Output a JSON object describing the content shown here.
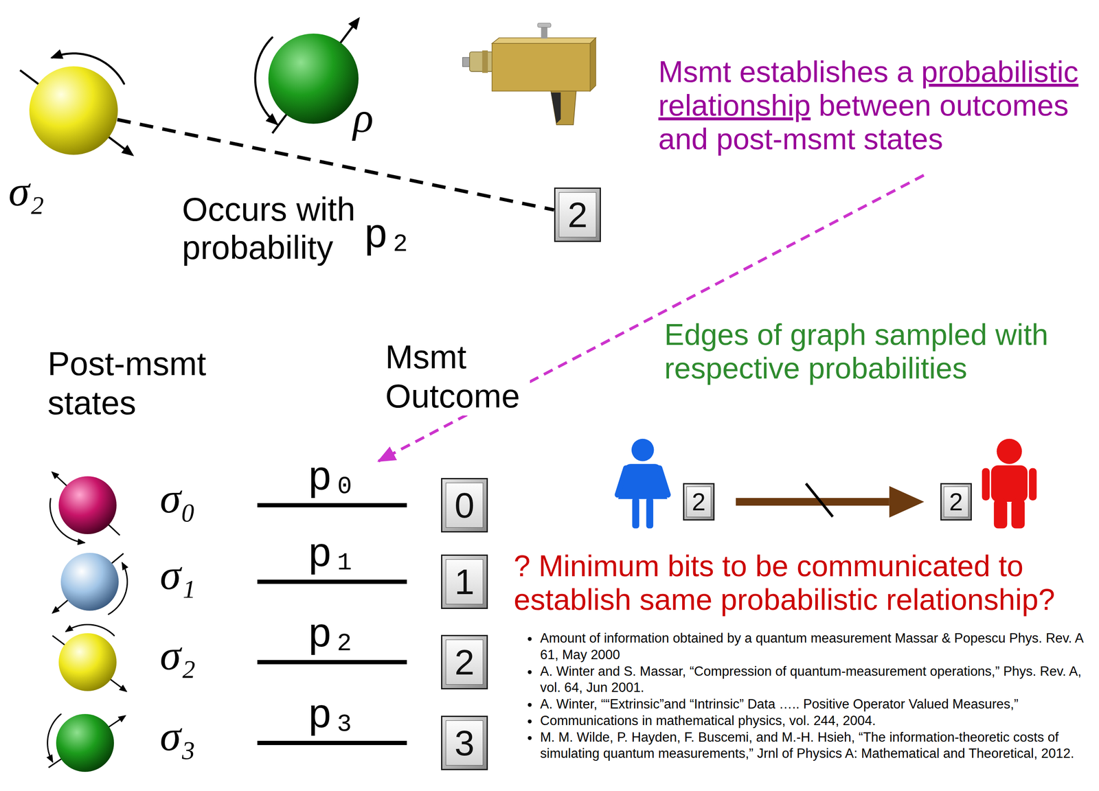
{
  "diagram": {
    "nodes": [
      {
        "text": [
          "σ₂"
        ]
      },
      {
        "text": [
          "ρ"
        ]
      },
      {
        "text": [
          "2"
        ]
      },
      {
        "text": [
          "σ₀"
        ]
      },
      {
        "text": [
          "0"
        ]
      },
      {
        "text": [
          "σ₁"
        ]
      },
      {
        "text": [
          "1"
        ]
      },
      {
        "text": [
          "σ₂"
        ]
      },
      {
        "text": [
          "2"
        ]
      },
      {
        "text": [
          "σ₃"
        ]
      },
      {
        "text": [
          "3"
        ]
      },
      {
        "text": [
          "2"
        ]
      },
      {
        "text": [
          "2"
        ]
      }
    ],
    "edges": [
      {
        "from": 0,
        "to": 2,
        "arrow": "none"
      },
      {
        "from": 3,
        "to": 4,
        "label": "p₀",
        "arrow": "none"
      },
      {
        "from": 5,
        "to": 6,
        "label": "p₁",
        "arrow": "none"
      },
      {
        "from": 7,
        "to": 8,
        "label": "p₂",
        "arrow": "none"
      },
      {
        "from": 9,
        "to": 10,
        "label": "p₃",
        "arrow": "none"
      },
      {
        "from": 11,
        "to": 12,
        "arrow": "to"
      }
    ],
    "labels": [
      "Occurs with probability",
      "p₂",
      "Msmt establishes a",
      "probabilistic relationship",
      "between outcomes and post-msmt states",
      "Post-msmt states",
      "Msmt Outcome",
      "Edges of graph sampled with respective probabilities",
      "? Minimum bits to be communicated to establish same probabilistic relationship?",
      "Amount of information obtained by a quantum measurement Massar & Popescu Phys. Rev. A 61, May 2000",
      "A. Winter and S. Massar, “Compression of quantum-measurement operations,” Phys. Rev. A, vol. 64, Jun 2001.",
      "A. Winter, ““Extrinsic”and “Intrinsic” Data ….. Positive Operator Valued Measures,”",
      "Communications in mathematical physics, vol. 244, 2004.",
      "M. M. Wilde, P. Hayden, F. Buscemi, and M.-H. Hsieh, “The information-theoretic costs of simulating quantum measurements,” Jrnl of Physics A: Mathematical and Theoretical, 2012."
    ]
  }
}
